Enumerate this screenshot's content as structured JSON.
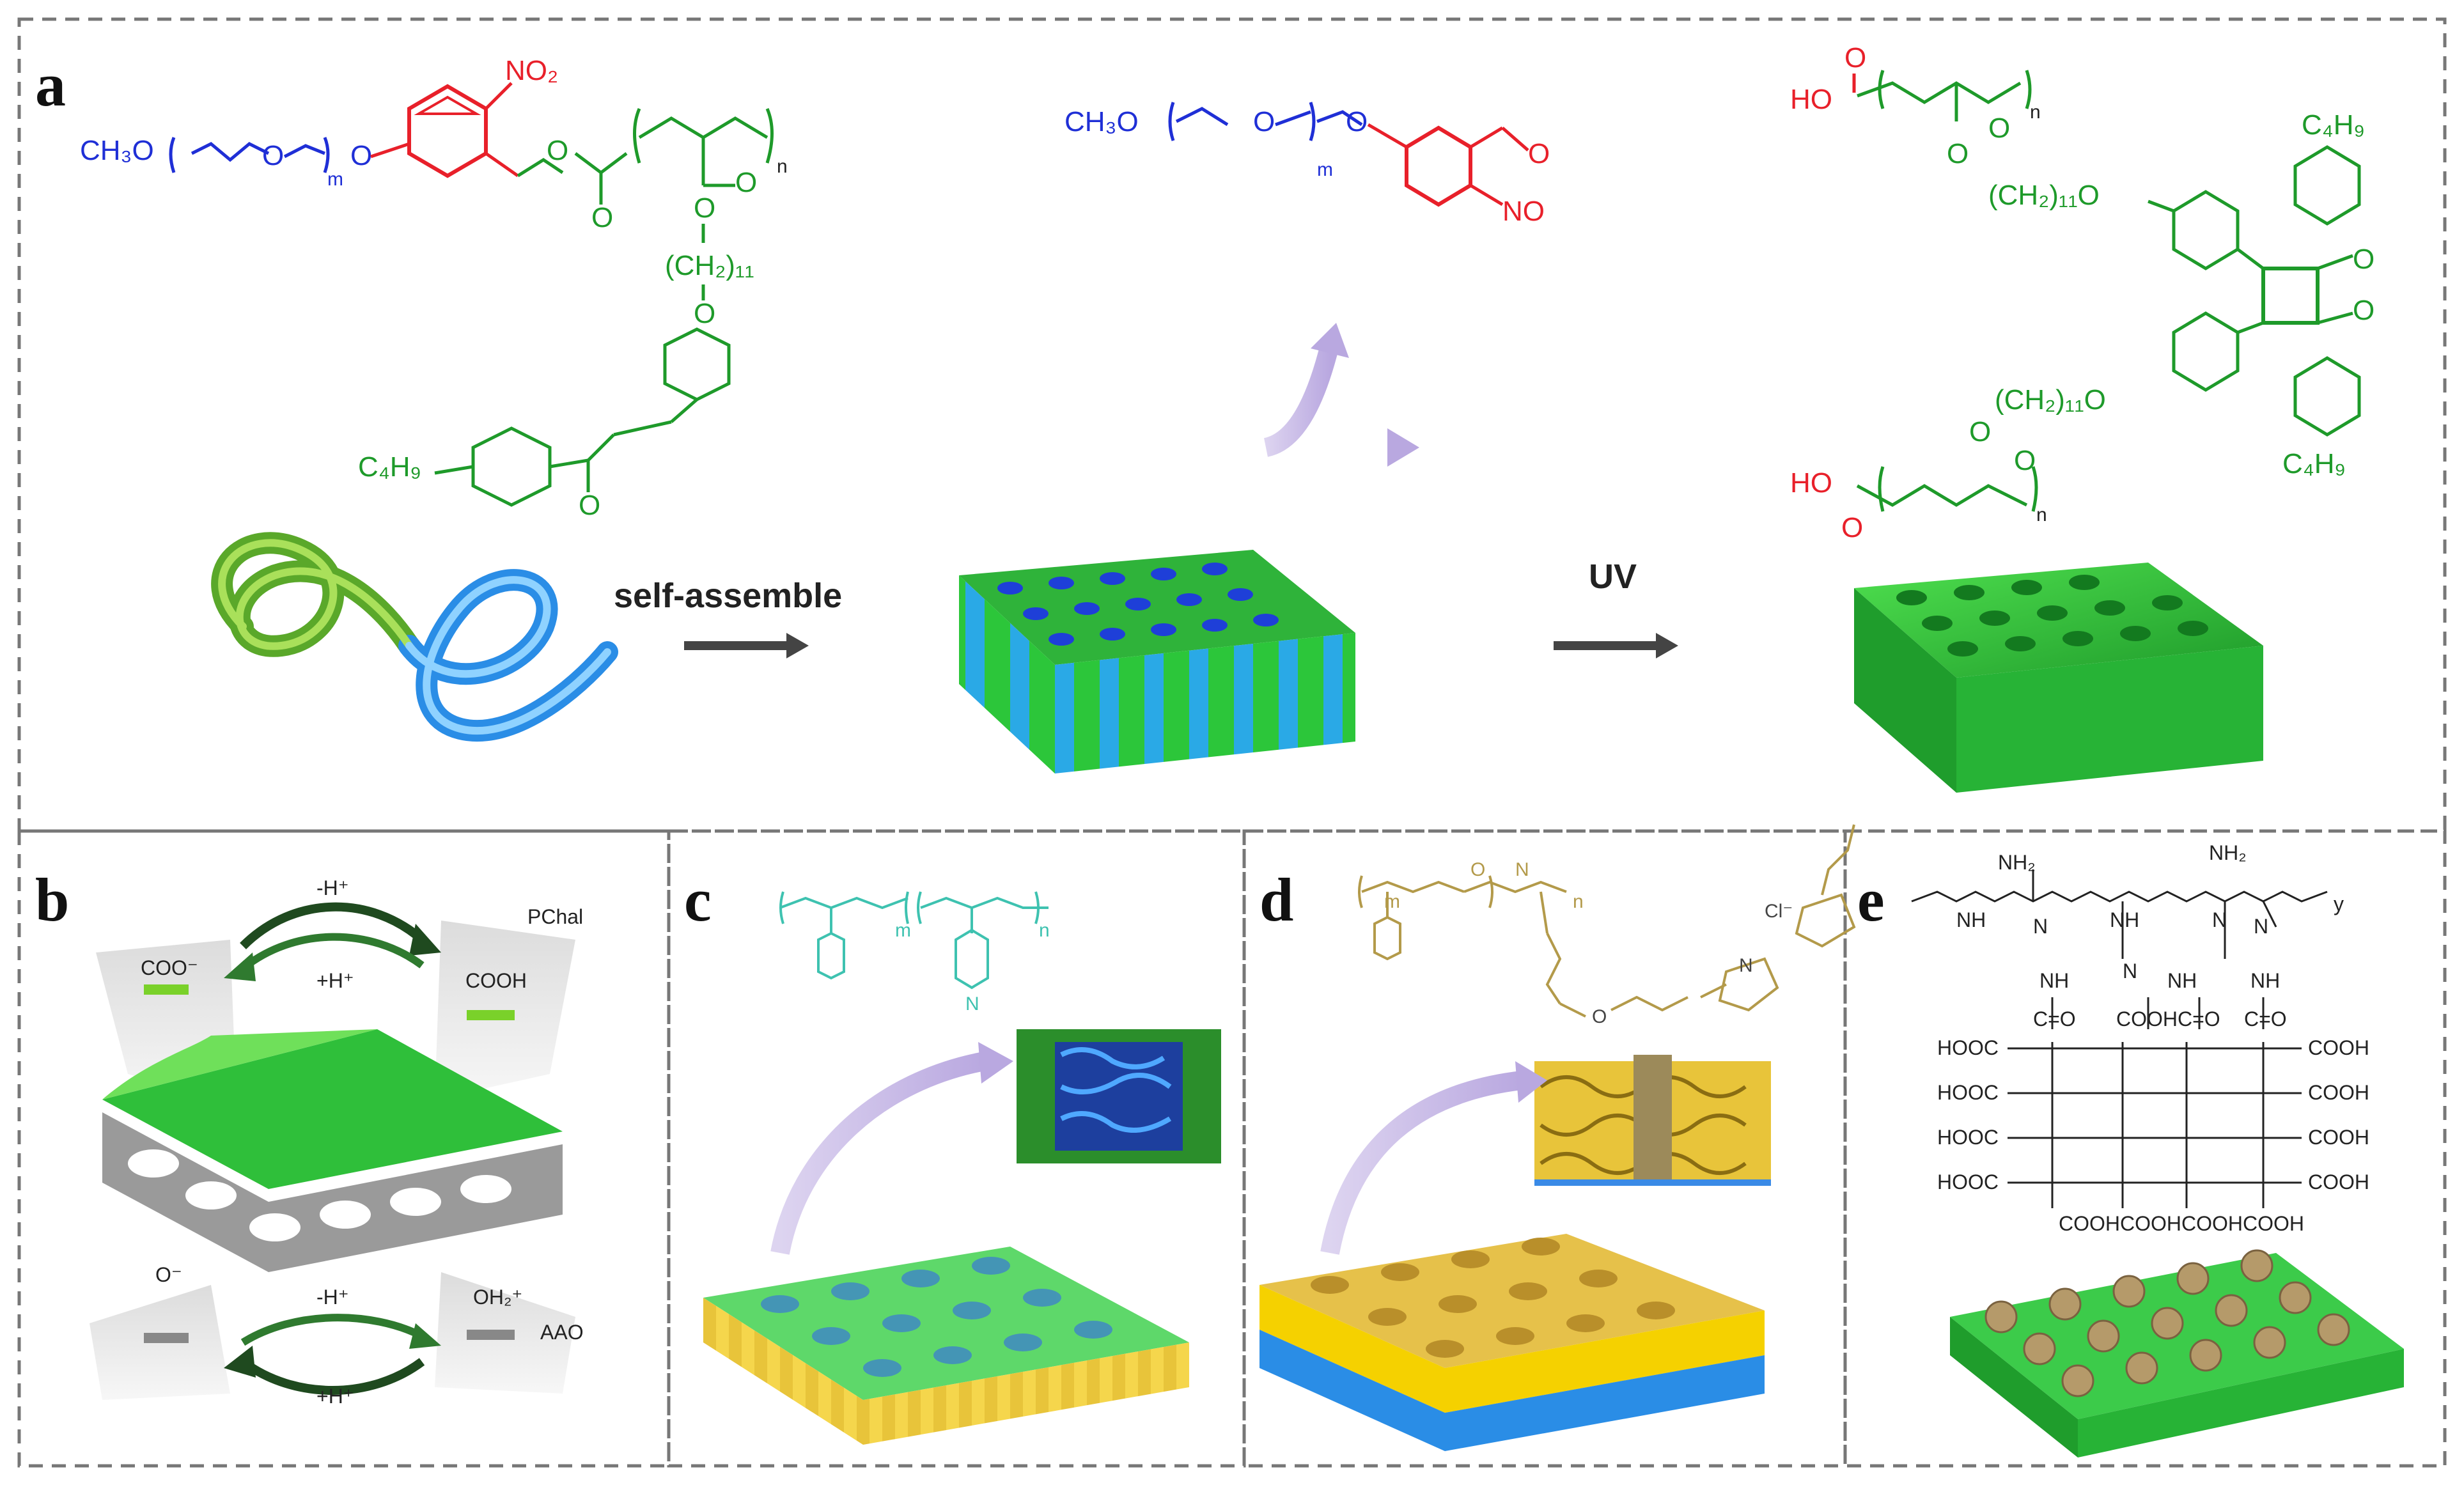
{
  "panels": {
    "a": {
      "letter": "a",
      "arrow1_label": "self-assemble",
      "arrow2_label": "UV",
      "left_chem": {
        "ch3o": "CH₃O",
        "o": "O",
        "m": "m",
        "no2": "NO₂",
        "n": "n",
        "ch2_11": "(CH₂)₁₁",
        "c4h9": "C₄H₉"
      },
      "mid_chem": {
        "ch3o": "CH₃O",
        "o": "O",
        "m": "m",
        "no": "NO"
      },
      "right_chem": {
        "ho": "HO",
        "o": "O",
        "n": "n",
        "ch2_11": "(CH₂)₁₁O",
        "c4h9": "C₄H₉"
      }
    },
    "b": {
      "letter": "b",
      "top_arrow_label": "-H⁺",
      "top_arrow_label2": "+H⁺",
      "bottom_arrow_label": "-H⁺",
      "bottom_arrow_label2": "+H⁺",
      "coo_minus": "COO⁻",
      "cooh": "COOH",
      "o_minus": "O⁻",
      "oh2_plus": "OH₂⁺",
      "pchal": "PChal",
      "aao": "AAO"
    },
    "c": {
      "letter": "c",
      "m": "m",
      "n": "n",
      "pyridine_n": "N"
    },
    "d": {
      "letter": "d",
      "m": "m",
      "n": "n",
      "o": "O",
      "nh": "N",
      "cl": "Cl⁻"
    },
    "e": {
      "letter": "e",
      "nh2": "NH₂",
      "nh": "NH",
      "n": "N",
      "y": "y",
      "c_o": "C=O",
      "hooc": "HOOC",
      "cooh": "COOH",
      "cooh_c_o": "COOHC=O",
      "bottom_row": "COOHCOOHCOOHCOOH"
    }
  },
  "colors": {
    "frame": "#777777",
    "peg_blue": "#1f2fd6",
    "nitro_red": "#e8202a",
    "chalcone_green": "#1e9a2a",
    "membrane_green": "#2fbf3a",
    "membrane_blue": "#28a8e8",
    "arrow_purple": "#c9bde6",
    "process_arrow": "#444444",
    "gold": "#d9b72a",
    "teal": "#3ec2b0"
  }
}
